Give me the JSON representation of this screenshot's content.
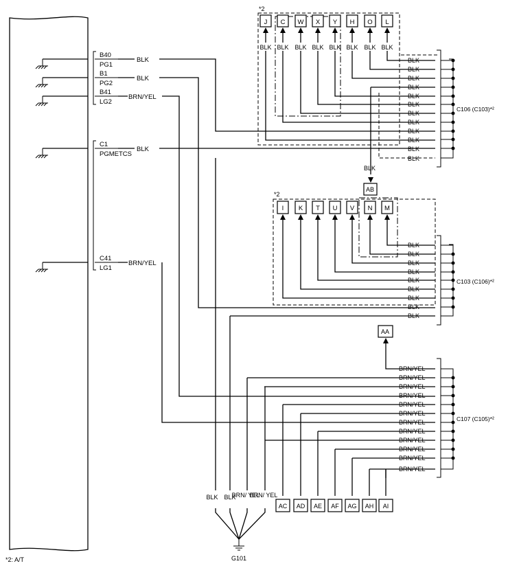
{
  "ecm_pins": [
    {
      "pin": "B40",
      "sig": "PG1",
      "wire": "BLK"
    },
    {
      "pin": "B1",
      "sig": "PG2",
      "wire": "BLK"
    },
    {
      "pin": "B41",
      "sig": "LG2",
      "wire": "BRN/YEL"
    },
    {
      "pin": "C1",
      "sig": "PGMETCS",
      "wire": "BLK"
    },
    {
      "pin": "C41",
      "sig": "LG1",
      "wire": "BRN/YEL"
    }
  ],
  "connectors": [
    {
      "id": "c106",
      "label": "C106 (C103)*²"
    },
    {
      "id": "c103",
      "label": "C103 (C106)*²"
    },
    {
      "id": "c107",
      "label": "C107 (C105)*²"
    }
  ],
  "top_group": {
    "note": "*2",
    "letters": [
      "J",
      "C",
      "W",
      "X",
      "Y",
      "H",
      "O",
      "L"
    ],
    "wire": "BLK"
  },
  "mid_group": {
    "note": "*2",
    "letters": [
      "I",
      "K",
      "T",
      "U",
      "V",
      "N",
      "M"
    ]
  },
  "splices": {
    "ab": "AB",
    "aa": "AA",
    "ab_wire": "BLK"
  },
  "c106_wires": [
    "BLK",
    "BLK",
    "BLK",
    "BLK",
    "BLK",
    "BLK",
    "BLK",
    "BLK",
    "BLK",
    "BLK",
    "BLK",
    "BLK"
  ],
  "c103_wires": [
    "BLK",
    "BLK",
    "BLK",
    "BLK",
    "BLK",
    "BLK",
    "BLK",
    "BLK",
    "BLK"
  ],
  "c107_wires": [
    "BRN/YEL",
    "BRN/YEL",
    "BRN/YEL",
    "BRN/YEL",
    "BRN/YEL",
    "BRN/YEL",
    "BRN/YEL",
    "BRN/YEL",
    "BRN/YEL",
    "BRN/YEL",
    "BRN/YEL",
    "BRN/YEL"
  ],
  "bottom_terminals": [
    "AC",
    "AD",
    "AE",
    "AF",
    "AG",
    "AH",
    "AI"
  ],
  "ground_wires": [
    "BLK",
    "BLK",
    "BRN/ YEL",
    "BRN/ YEL"
  ],
  "ground": "G101",
  "footnote": "*2: A/T"
}
